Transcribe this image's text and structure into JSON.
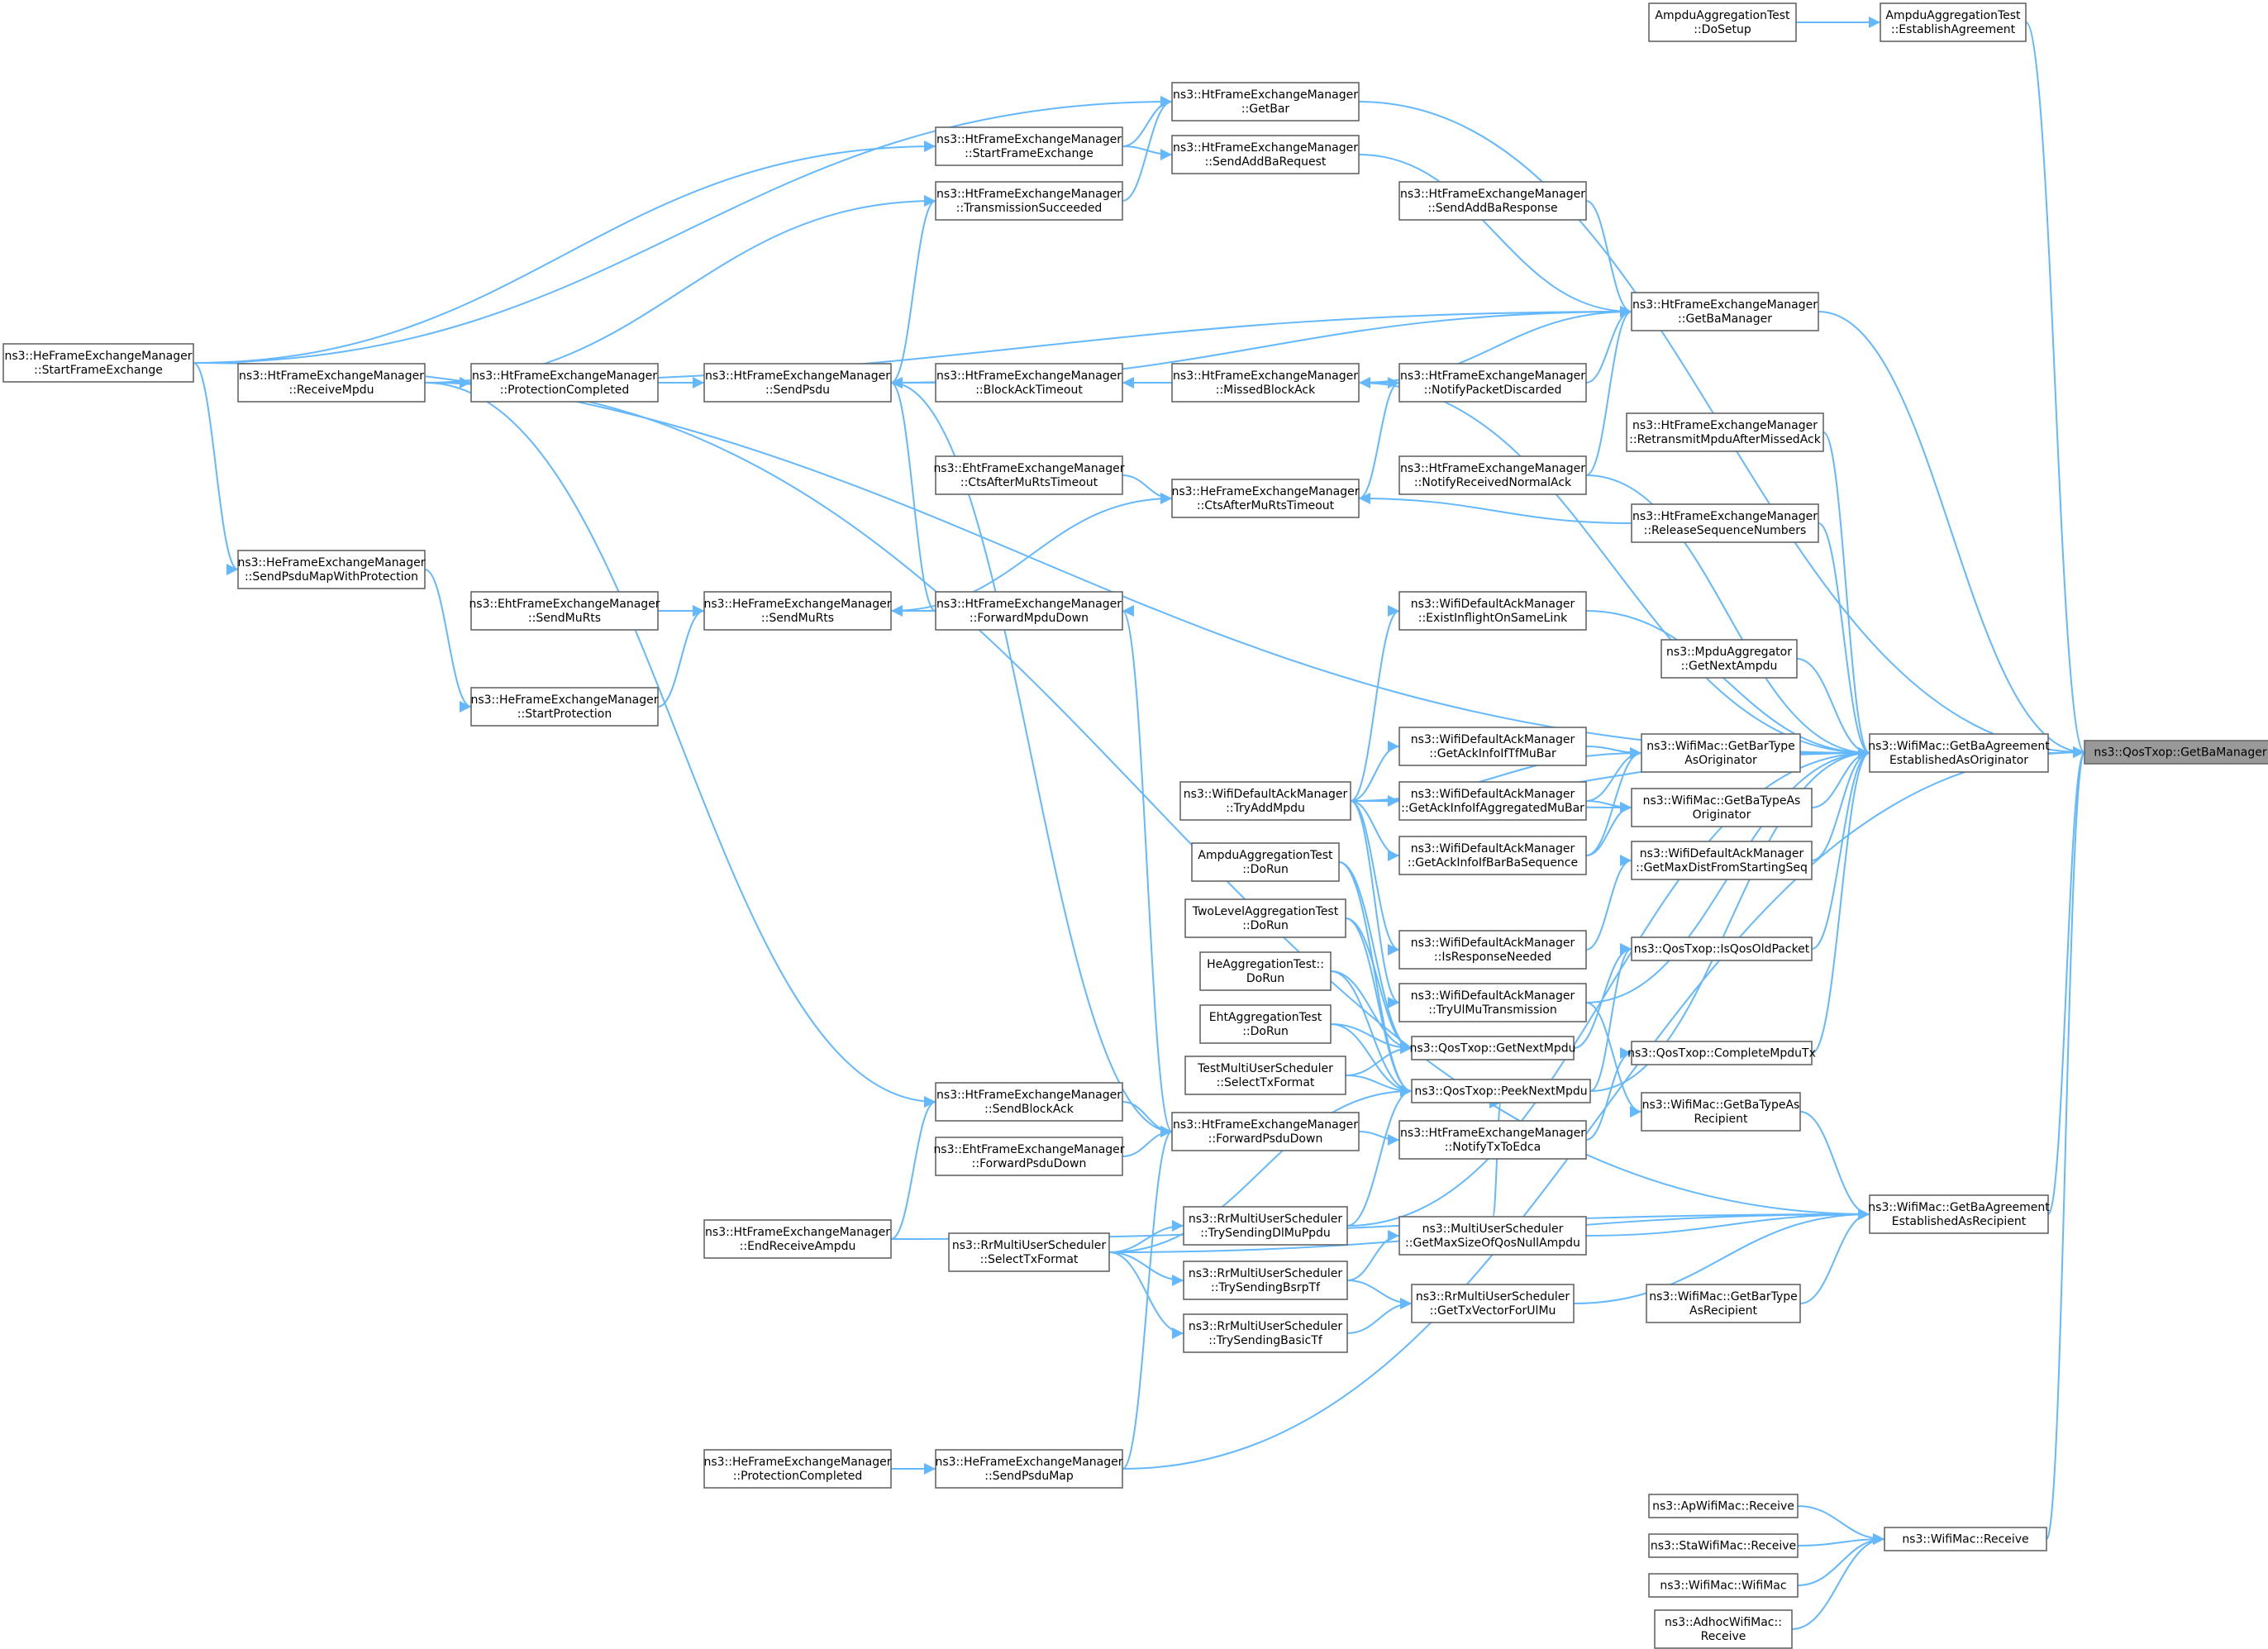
{
  "graph": {
    "root": "n_root",
    "colors": {
      "edge": "#63b8ff",
      "node_border": "#666666",
      "node_fill": "#ffffff",
      "root_fill": "#999999"
    },
    "nodes": [
      {
        "id": "n_root",
        "lines": [
          "ns3::QosTxop::GetBaManager"
        ]
      },
      {
        "id": "n_est_orig",
        "lines": [
          "ns3::WifiMac::GetBaAgreement",
          "EstablishedAsOriginator"
        ]
      },
      {
        "id": "n_est_recip",
        "lines": [
          "ns3::WifiMac::GetBaAgreement",
          "EstablishedAsRecipient"
        ]
      },
      {
        "id": "n_wm_receive",
        "lines": [
          "ns3::WifiMac::Receive"
        ]
      },
      {
        "id": "n_aat_est",
        "lines": [
          "AmpduAggregationTest",
          "::EstablishAgreement"
        ]
      },
      {
        "id": "n_aat_setup",
        "lines": [
          "AmpduAggregationTest",
          "::DoSetup"
        ]
      },
      {
        "id": "n_ht_getbar",
        "lines": [
          "ns3::HtFrameExchangeManager",
          "::GetBar"
        ]
      },
      {
        "id": "n_ht_sendaddbareq",
        "lines": [
          "ns3::HtFrameExchangeManager",
          "::SendAddBaRequest"
        ]
      },
      {
        "id": "n_ht_startfe",
        "lines": [
          "ns3::HtFrameExchangeManager",
          "::StartFrameExchange"
        ]
      },
      {
        "id": "n_ht_txsucc",
        "lines": [
          "ns3::HtFrameExchangeManager",
          "::TransmissionSucceeded"
        ]
      },
      {
        "id": "n_ht_sendaddbaresp",
        "lines": [
          "ns3::HtFrameExchangeManager",
          "::SendAddBaResponse"
        ]
      },
      {
        "id": "n_ht_getbamgr",
        "lines": [
          "ns3::HtFrameExchangeManager",
          "::GetBaManager"
        ]
      },
      {
        "id": "n_he_startfe",
        "lines": [
          "ns3::HeFrameExchangeManager",
          "::StartFrameExchange"
        ]
      },
      {
        "id": "n_ht_receivempdu",
        "lines": [
          "ns3::HtFrameExchangeManager",
          "::ReceiveMpdu"
        ]
      },
      {
        "id": "n_ht_protcompl",
        "lines": [
          "ns3::HtFrameExchangeManager",
          "::ProtectionCompleted"
        ]
      },
      {
        "id": "n_ht_sendpsdu",
        "lines": [
          "ns3::HtFrameExchangeManager",
          "::SendPsdu"
        ]
      },
      {
        "id": "n_ht_blockacktimeout",
        "lines": [
          "ns3::HtFrameExchangeManager",
          "::BlockAckTimeout"
        ]
      },
      {
        "id": "n_ht_missedblockack",
        "lines": [
          "ns3::HtFrameExchangeManager",
          "::MissedBlockAck"
        ]
      },
      {
        "id": "n_ht_notifypktdisc",
        "lines": [
          "ns3::HtFrameExchangeManager",
          "::NotifyPacketDiscarded"
        ]
      },
      {
        "id": "n_ht_retransmit",
        "lines": [
          "ns3::HtFrameExchangeManager",
          "::RetransmitMpduAfterMissedAck"
        ]
      },
      {
        "id": "n_ht_notifyrecvnormalack",
        "lines": [
          "ns3::HtFrameExchangeManager",
          "::NotifyReceivedNormalAck"
        ]
      },
      {
        "id": "n_eht_ctsafter",
        "lines": [
          "ns3::EhtFrameExchangeManager",
          "::CtsAfterMuRtsTimeout"
        ]
      },
      {
        "id": "n_he_ctsafter",
        "lines": [
          "ns3::HeFrameExchangeManager",
          "::CtsAfterMuRtsTimeout"
        ]
      },
      {
        "id": "n_ht_releaseseq",
        "lines": [
          "ns3::HtFrameExchangeManager",
          "::ReleaseSequenceNumbers"
        ]
      },
      {
        "id": "n_he_sendpsdumapwp",
        "lines": [
          "ns3::HeFrameExchangeManager",
          "::SendPsduMapWithProtection"
        ]
      },
      {
        "id": "n_eht_sendmurts",
        "lines": [
          "ns3::EhtFrameExchangeManager",
          "::SendMuRts"
        ]
      },
      {
        "id": "n_he_sendmurts",
        "lines": [
          "ns3::HeFrameExchangeManager",
          "::SendMuRts"
        ]
      },
      {
        "id": "n_ht_forwardmpdu",
        "lines": [
          "ns3::HtFrameExchangeManager",
          "::ForwardMpduDown"
        ]
      },
      {
        "id": "n_wdam_existinflight",
        "lines": [
          "ns3::WifiDefaultAckManager",
          "::ExistInflightOnSameLink"
        ]
      },
      {
        "id": "n_mpdu_getnext",
        "lines": [
          "ns3::MpduAggregator",
          "::GetNextAmpdu"
        ]
      },
      {
        "id": "n_he_startprot",
        "lines": [
          "ns3::HeFrameExchangeManager",
          "::StartProtection"
        ]
      },
      {
        "id": "n_wdam_getackifiltf",
        "lines": [
          "ns3::WifiDefaultAckManager",
          "::GetAckInfoIfTfMuBar"
        ]
      },
      {
        "id": "n_wm_getbartype_orig",
        "lines": [
          "ns3::WifiMac::GetBarType",
          "AsOriginator"
        ]
      },
      {
        "id": "n_wdam_tryaddmpdu",
        "lines": [
          "ns3::WifiDefaultAckManager",
          "::TryAddMpdu"
        ]
      },
      {
        "id": "n_wdam_getackifagg",
        "lines": [
          "ns3::WifiDefaultAckManager",
          "::GetAckInfoIfAggregatedMuBar"
        ]
      },
      {
        "id": "n_wm_getbatype_orig",
        "lines": [
          "ns3::WifiMac::GetBaTypeAs",
          "Originator"
        ]
      },
      {
        "id": "n_wdam_getackifbarba",
        "lines": [
          "ns3::WifiDefaultAckManager",
          "::GetAckInfoIfBarBaSequence"
        ]
      },
      {
        "id": "n_wdam_getmaxdist",
        "lines": [
          "ns3::WifiDefaultAckManager",
          "::GetMaxDistFromStartingSeq"
        ]
      },
      {
        "id": "n_aat_dorun",
        "lines": [
          "AmpduAggregationTest",
          "::DoRun"
        ]
      },
      {
        "id": "n_tlat_dorun",
        "lines": [
          "TwoLevelAggregationTest",
          "::DoRun"
        ]
      },
      {
        "id": "n_wdam_isresp",
        "lines": [
          "ns3::WifiDefaultAckManager",
          "::IsResponseNeeded"
        ]
      },
      {
        "id": "n_qos_isqosold",
        "lines": [
          "ns3::QosTxop::IsQosOldPacket"
        ]
      },
      {
        "id": "n_heat_dorun",
        "lines": [
          "HeAggregationTest::",
          "DoRun"
        ]
      },
      {
        "id": "n_wdam_tryulmu",
        "lines": [
          "ns3::WifiDefaultAckManager",
          "::TryUlMuTransmission"
        ]
      },
      {
        "id": "n_ehtat_dorun",
        "lines": [
          "EhtAggregationTest",
          "::DoRun"
        ]
      },
      {
        "id": "n_qos_getnextmpdu",
        "lines": [
          "ns3::QosTxop::GetNextMpdu"
        ]
      },
      {
        "id": "n_qos_completempdutx",
        "lines": [
          "ns3::QosTxop::CompleteMpduTx"
        ]
      },
      {
        "id": "n_tmus_selecttx",
        "lines": [
          "TestMultiUserScheduler",
          "::SelectTxFormat"
        ]
      },
      {
        "id": "n_qos_peeknext",
        "lines": [
          "ns3::QosTxop::PeekNextMpdu"
        ]
      },
      {
        "id": "n_wm_getbatype_recip",
        "lines": [
          "ns3::WifiMac::GetBaTypeAs",
          "Recipient"
        ]
      },
      {
        "id": "n_ht_sendblockack",
        "lines": [
          "ns3::HtFrameExchangeManager",
          "::SendBlockAck"
        ]
      },
      {
        "id": "n_ht_forwardpsdu",
        "lines": [
          "ns3::HtFrameExchangeManager",
          "::ForwardPsduDown"
        ]
      },
      {
        "id": "n_ht_notifytxtoedca",
        "lines": [
          "ns3::HtFrameExchangeManager",
          "::NotifyTxToEdca"
        ]
      },
      {
        "id": "n_eht_forwardpsdu",
        "lines": [
          "ns3::EhtFrameExchangeManager",
          "::ForwardPsduDown"
        ]
      },
      {
        "id": "n_rr_trydlmu",
        "lines": [
          "ns3::RrMultiUserScheduler",
          "::TrySendingDlMuPpdu"
        ]
      },
      {
        "id": "n_mus_getmaxsize",
        "lines": [
          "ns3::MultiUserScheduler",
          "::GetMaxSizeOfQosNullAmpdu"
        ]
      },
      {
        "id": "n_ht_endreceiveampdu",
        "lines": [
          "ns3::HtFrameExchangeManager",
          "::EndReceiveAmpdu"
        ]
      },
      {
        "id": "n_rr_selecttx",
        "lines": [
          "ns3::RrMultiUserScheduler",
          "::SelectTxFormat"
        ]
      },
      {
        "id": "n_rr_trybsrp",
        "lines": [
          "ns3::RrMultiUserScheduler",
          "::TrySendingBsrpTf"
        ]
      },
      {
        "id": "n_rr_gettxvector",
        "lines": [
          "ns3::RrMultiUserScheduler",
          "::GetTxVectorForUlMu"
        ]
      },
      {
        "id": "n_wm_getbartype_recip",
        "lines": [
          "ns3::WifiMac::GetBarType",
          "AsRecipient"
        ]
      },
      {
        "id": "n_rr_trybasic",
        "lines": [
          "ns3::RrMultiUserScheduler",
          "::TrySendingBasicTf"
        ]
      },
      {
        "id": "n_he_protcompl",
        "lines": [
          "ns3::HeFrameExchangeManager",
          "::ProtectionCompleted"
        ]
      },
      {
        "id": "n_he_sendpsdumap",
        "lines": [
          "ns3::HeFrameExchangeManager",
          "::SendPsduMap"
        ]
      },
      {
        "id": "n_ap_receive",
        "lines": [
          "ns3::ApWifiMac::Receive"
        ]
      },
      {
        "id": "n_sta_receive",
        "lines": [
          "ns3::StaWifiMac::Receive"
        ]
      },
      {
        "id": "n_wm_wifimac",
        "lines": [
          "ns3::WifiMac::WifiMac"
        ]
      },
      {
        "id": "n_adhoc_receive",
        "lines": [
          "ns3::AdhocWifiMac::",
          "Receive"
        ]
      }
    ],
    "edges": [
      [
        "n_est_orig",
        "n_root"
      ],
      [
        "n_est_recip",
        "n_root"
      ],
      [
        "n_wm_receive",
        "n_root"
      ],
      [
        "n_aat_est",
        "n_root"
      ],
      [
        "n_ht_getbar",
        "n_root"
      ],
      [
        "n_ht_getbamgr",
        "n_root"
      ],
      [
        "n_he_sendpsdumap",
        "n_root"
      ],
      [
        "n_aat_setup",
        "n_aat_est"
      ],
      [
        "n_ap_receive",
        "n_wm_receive"
      ],
      [
        "n_sta_receive",
        "n_wm_receive"
      ],
      [
        "n_wm_wifimac",
        "n_wm_receive"
      ],
      [
        "n_adhoc_receive",
        "n_wm_receive"
      ],
      [
        "n_ht_retransmit",
        "n_est_orig"
      ],
      [
        "n_ht_notifyrecvnormalack",
        "n_est_orig"
      ],
      [
        "n_ht_releaseseq",
        "n_est_orig"
      ],
      [
        "n_wdam_existinflight",
        "n_est_orig"
      ],
      [
        "n_mpdu_getnext",
        "n_est_orig"
      ],
      [
        "n_wm_getbartype_orig",
        "n_est_orig"
      ],
      [
        "n_wm_getbatype_orig",
        "n_est_orig"
      ],
      [
        "n_wdam_getmaxdist",
        "n_est_orig"
      ],
      [
        "n_qos_isqosold",
        "n_est_orig"
      ],
      [
        "n_qos_completempdutx",
        "n_est_orig"
      ],
      [
        "n_qos_peeknext",
        "n_est_orig"
      ],
      [
        "n_ht_missedblockack",
        "n_est_orig"
      ],
      [
        "n_rr_trydlmu",
        "n_est_orig"
      ],
      [
        "n_wdam_tryulmu",
        "n_est_orig"
      ],
      [
        "n_he_startfe",
        "n_est_orig"
      ],
      [
        "n_wm_getbatype_recip",
        "n_est_recip"
      ],
      [
        "n_wm_getbartype_recip",
        "n_est_recip"
      ],
      [
        "n_mus_getmaxsize",
        "n_est_recip"
      ],
      [
        "n_rr_gettxvector",
        "n_est_recip"
      ],
      [
        "n_ht_endreceiveampdu",
        "n_est_recip"
      ],
      [
        "n_ht_receivempdu",
        "n_est_recip"
      ],
      [
        "n_ht_startfe",
        "n_ht_getbar"
      ],
      [
        "n_ht_txsucc",
        "n_ht_getbar"
      ],
      [
        "n_he_startfe",
        "n_ht_getbar"
      ],
      [
        "n_ht_sendaddbareq",
        "n_ht_getbamgr"
      ],
      [
        "n_ht_sendaddbaresp",
        "n_ht_getbamgr"
      ],
      [
        "n_ht_notifypktdisc",
        "n_ht_getbamgr"
      ],
      [
        "n_ht_missedblockack",
        "n_ht_getbamgr"
      ],
      [
        "n_ht_sendpsdu",
        "n_ht_getbamgr"
      ],
      [
        "n_ht_receivempdu",
        "n_ht_getbamgr"
      ],
      [
        "n_ht_notifyrecvnormalack",
        "n_ht_getbamgr"
      ],
      [
        "n_ht_startfe",
        "n_ht_sendaddbareq"
      ],
      [
        "n_he_startfe",
        "n_ht_startfe"
      ],
      [
        "n_ht_sendpsdu",
        "n_ht_txsucc"
      ],
      [
        "n_ht_receivempdu",
        "n_ht_txsucc"
      ],
      [
        "n_he_startfe",
        "n_he_sendpsdumapwp"
      ],
      [
        "n_ht_protcompl",
        "n_ht_sendpsdu"
      ],
      [
        "n_ht_forwardmpdu",
        "n_ht_sendpsdu"
      ],
      [
        "n_ht_forwardpsdu",
        "n_ht_sendpsdu"
      ],
      [
        "n_ht_receivempdu",
        "n_ht_protcompl"
      ],
      [
        "n_ht_blockacktimeout",
        "n_ht_sendpsdu"
      ],
      [
        "n_ht_missedblockack",
        "n_ht_blockacktimeout"
      ],
      [
        "n_ht_notifypktdisc",
        "n_ht_missedblockack"
      ],
      [
        "n_he_ctsafter",
        "n_ht_notifypktdisc"
      ],
      [
        "n_eht_ctsafter",
        "n_he_ctsafter"
      ],
      [
        "n_ht_releaseseq",
        "n_he_ctsafter"
      ],
      [
        "n_he_sendmurts",
        "n_he_ctsafter"
      ],
      [
        "n_eht_sendmurts",
        "n_he_sendmurts"
      ],
      [
        "n_ht_forwardmpdu",
        "n_he_sendmurts"
      ],
      [
        "n_he_startprot",
        "n_he_sendmurts"
      ],
      [
        "n_he_sendpsdumapwp",
        "n_he_startprot"
      ],
      [
        "n_ht_forwardpsdu",
        "n_ht_forwardmpdu"
      ],
      [
        "n_ht_sendblockack",
        "n_ht_forwardpsdu"
      ],
      [
        "n_eht_forwardpsdu",
        "n_ht_forwardpsdu"
      ],
      [
        "n_ht_receivempdu",
        "n_ht_sendblockack"
      ],
      [
        "n_ht_endreceiveampdu",
        "n_ht_sendblockack"
      ],
      [
        "n_he_sendpsdumap",
        "n_ht_forwardpsdu"
      ],
      [
        "n_he_protcompl",
        "n_he_sendpsdumap"
      ],
      [
        "n_wdam_tryaddmpdu",
        "n_wdam_existinflight"
      ],
      [
        "n_wdam_tryaddmpdu",
        "n_wdam_getackifiltf"
      ],
      [
        "n_wdam_tryaddmpdu",
        "n_wdam_getackifagg"
      ],
      [
        "n_wdam_tryaddmpdu",
        "n_wdam_getackifbarba"
      ],
      [
        "n_wdam_tryaddmpdu",
        "n_wm_getbartype_orig"
      ],
      [
        "n_wdam_tryaddmpdu",
        "n_wm_getbatype_orig"
      ],
      [
        "n_wdam_tryaddmpdu",
        "n_wdam_isresp"
      ],
      [
        "n_wdam_tryaddmpdu",
        "n_wdam_tryulmu"
      ],
      [
        "n_wdam_tryaddmpdu",
        "n_est_orig"
      ],
      [
        "n_wdam_getackifiltf",
        "n_wm_getbartype_orig"
      ],
      [
        "n_wdam_getackifagg",
        "n_wm_getbartype_orig"
      ],
      [
        "n_wdam_getackifagg",
        "n_wm_getbatype_orig"
      ],
      [
        "n_wdam_getackifbarba",
        "n_wm_getbartype_orig"
      ],
      [
        "n_wdam_getackifbarba",
        "n_wm_getbatype_orig"
      ],
      [
        "n_wdam_isresp",
        "n_wdam_getmaxdist"
      ],
      [
        "n_qos_getnextmpdu",
        "n_qos_isqosold"
      ],
      [
        "n_qos_peeknext",
        "n_qos_isqosold"
      ],
      [
        "n_ht_notifytxtoedca",
        "n_qos_completempdutx"
      ],
      [
        "n_aat_dorun",
        "n_qos_getnextmpdu"
      ],
      [
        "n_aat_dorun",
        "n_qos_peeknext"
      ],
      [
        "n_tlat_dorun",
        "n_qos_getnextmpdu"
      ],
      [
        "n_tlat_dorun",
        "n_qos_peeknext"
      ],
      [
        "n_heat_dorun",
        "n_qos_getnextmpdu"
      ],
      [
        "n_heat_dorun",
        "n_qos_peeknext"
      ],
      [
        "n_ehtat_dorun",
        "n_qos_getnextmpdu"
      ],
      [
        "n_ehtat_dorun",
        "n_qos_peeknext"
      ],
      [
        "n_tmus_selecttx",
        "n_qos_getnextmpdu"
      ],
      [
        "n_tmus_selecttx",
        "n_qos_peeknext"
      ],
      [
        "n_ht_forwardpsdu",
        "n_ht_notifytxtoedca"
      ],
      [
        "n_rr_trydlmu",
        "n_qos_peeknext"
      ],
      [
        "n_rr_selecttx",
        "n_qos_peeknext"
      ],
      [
        "n_rr_selecttx",
        "n_rr_trydlmu"
      ],
      [
        "n_rr_selecttx",
        "n_rr_trybsrp"
      ],
      [
        "n_rr_selecttx",
        "n_rr_trybasic"
      ],
      [
        "n_rr_trybsrp",
        "n_mus_getmaxsize"
      ],
      [
        "n_rr_trybsrp",
        "n_rr_gettxvector"
      ],
      [
        "n_rr_trybasic",
        "n_rr_gettxvector"
      ],
      [
        "n_mus_getmaxsize",
        "n_qos_peeknext"
      ],
      [
        "n_rr_selecttx",
        "n_est_recip"
      ],
      [
        "n_wdam_tryulmu",
        "n_wm_getbatype_recip"
      ]
    ]
  }
}
